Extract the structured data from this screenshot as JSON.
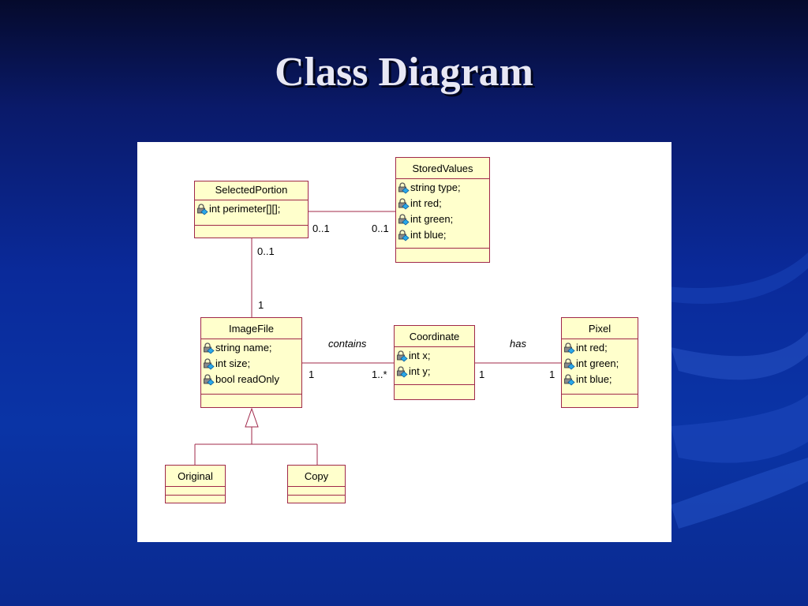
{
  "slide": {
    "title": "Class Diagram"
  },
  "diagram": {
    "classes": {
      "selected_portion": {
        "name": "SelectedPortion",
        "attributes": [
          "int perimeter[][];"
        ]
      },
      "stored_values": {
        "name": "StoredValues",
        "attributes": [
          "string type;",
          "int red;",
          "int green;",
          "int blue;"
        ]
      },
      "image_file": {
        "name": "ImageFile",
        "attributes": [
          "string name;",
          "int size;",
          "bool readOnly"
        ]
      },
      "coordinate": {
        "name": "Coordinate",
        "attributes": [
          "int x;",
          "int y;"
        ]
      },
      "pixel": {
        "name": "Pixel",
        "attributes": [
          "int red;",
          "int green;",
          "int blue;"
        ]
      },
      "original": {
        "name": "Original"
      },
      "copy": {
        "name": "Copy"
      }
    },
    "associations": {
      "selected_stored": {
        "left_mult": "0..1",
        "right_mult": "0..1"
      },
      "selected_image": {
        "top_mult": "0..1",
        "bottom_mult": "1"
      },
      "image_coordinate": {
        "label": "contains",
        "left_mult": "1",
        "right_mult": "1..*"
      },
      "coordinate_pixel": {
        "label": "has",
        "left_mult": "1",
        "right_mult": "1"
      }
    },
    "generalization": {
      "parent": "ImageFile",
      "children": [
        "Original",
        "Copy"
      ]
    },
    "colors": {
      "box_fill": "#ffffcc",
      "box_border": "#a0284a",
      "line": "#a0284a",
      "canvas": "#ffffff"
    },
    "icons": {
      "attribute": "private-attribute-icon"
    }
  }
}
